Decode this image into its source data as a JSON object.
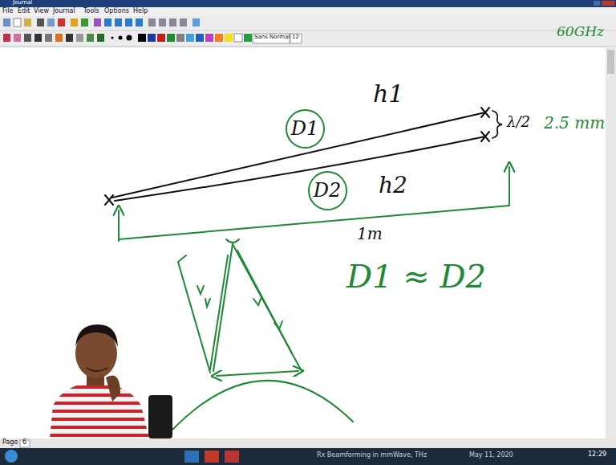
{
  "diagram": {
    "nodes": [
      {
        "text": [
          "D1"
        ]
      },
      {
        "text": [
          "D2"
        ]
      }
    ],
    "labels": [
      "Journal",
      "File",
      "Edit",
      "View",
      "Journal",
      "Tools",
      "Options",
      "Help",
      "Sans Normal",
      "12",
      "60GHz",
      "h1",
      "h2",
      "λ/2",
      "2.5 mm",
      "1m",
      "D1 ≈ D2",
      "Page",
      "6",
      "Rx Beamforming in mmWave, THz",
      "May 11, 2020",
      "12:29"
    ]
  }
}
